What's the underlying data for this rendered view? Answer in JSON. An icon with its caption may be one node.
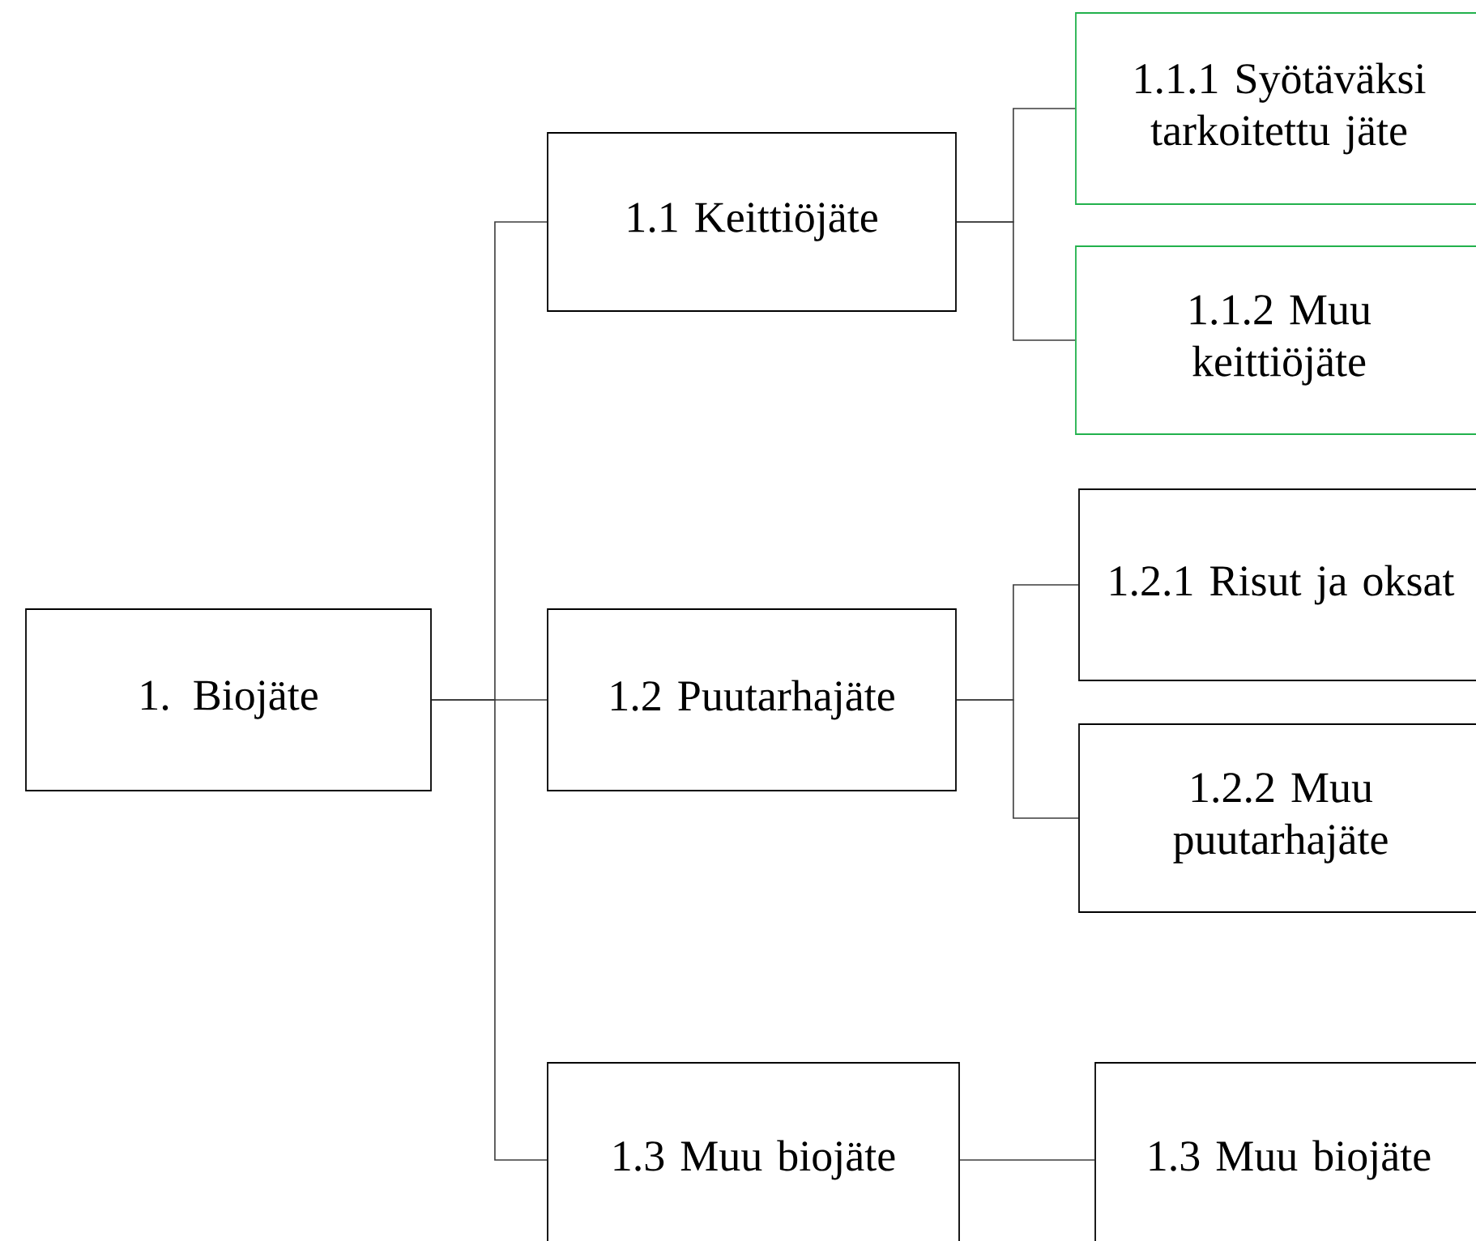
{
  "diagram": {
    "nodes": [
      {
        "text": [
          "1. Biojäte"
        ]
      },
      {
        "text": [
          "1.1 Keittiöjäte"
        ]
      },
      {
        "text": [
          "1.1.1 Syötäväksi tarkoitettu jäte"
        ]
      },
      {
        "text": [
          "1.1.2 Muu keittiöjäte"
        ]
      },
      {
        "text": [
          "1.2 Puutarhajäte"
        ]
      },
      {
        "text": [
          "1.2.1 Risut ja oksat"
        ]
      },
      {
        "text": [
          "1.2.2 Muu puutarhajäte"
        ]
      },
      {
        "text": [
          "1.3 Muu biojäte"
        ]
      },
      {
        "text": [
          "1.3 Muu biojäte"
        ]
      }
    ],
    "edges": [
      {
        "from": 0,
        "to": 1,
        "arrow": "none"
      },
      {
        "from": 0,
        "to": 4,
        "arrow": "none"
      },
      {
        "from": 0,
        "to": 7,
        "arrow": "none"
      },
      {
        "from": 1,
        "to": 2,
        "arrow": "none"
      },
      {
        "from": 1,
        "to": 3,
        "arrow": "none"
      },
      {
        "from": 4,
        "to": 5,
        "arrow": "none"
      },
      {
        "from": 4,
        "to": 6,
        "arrow": "none"
      },
      {
        "from": 7,
        "to": 8,
        "arrow": "none"
      }
    ]
  }
}
